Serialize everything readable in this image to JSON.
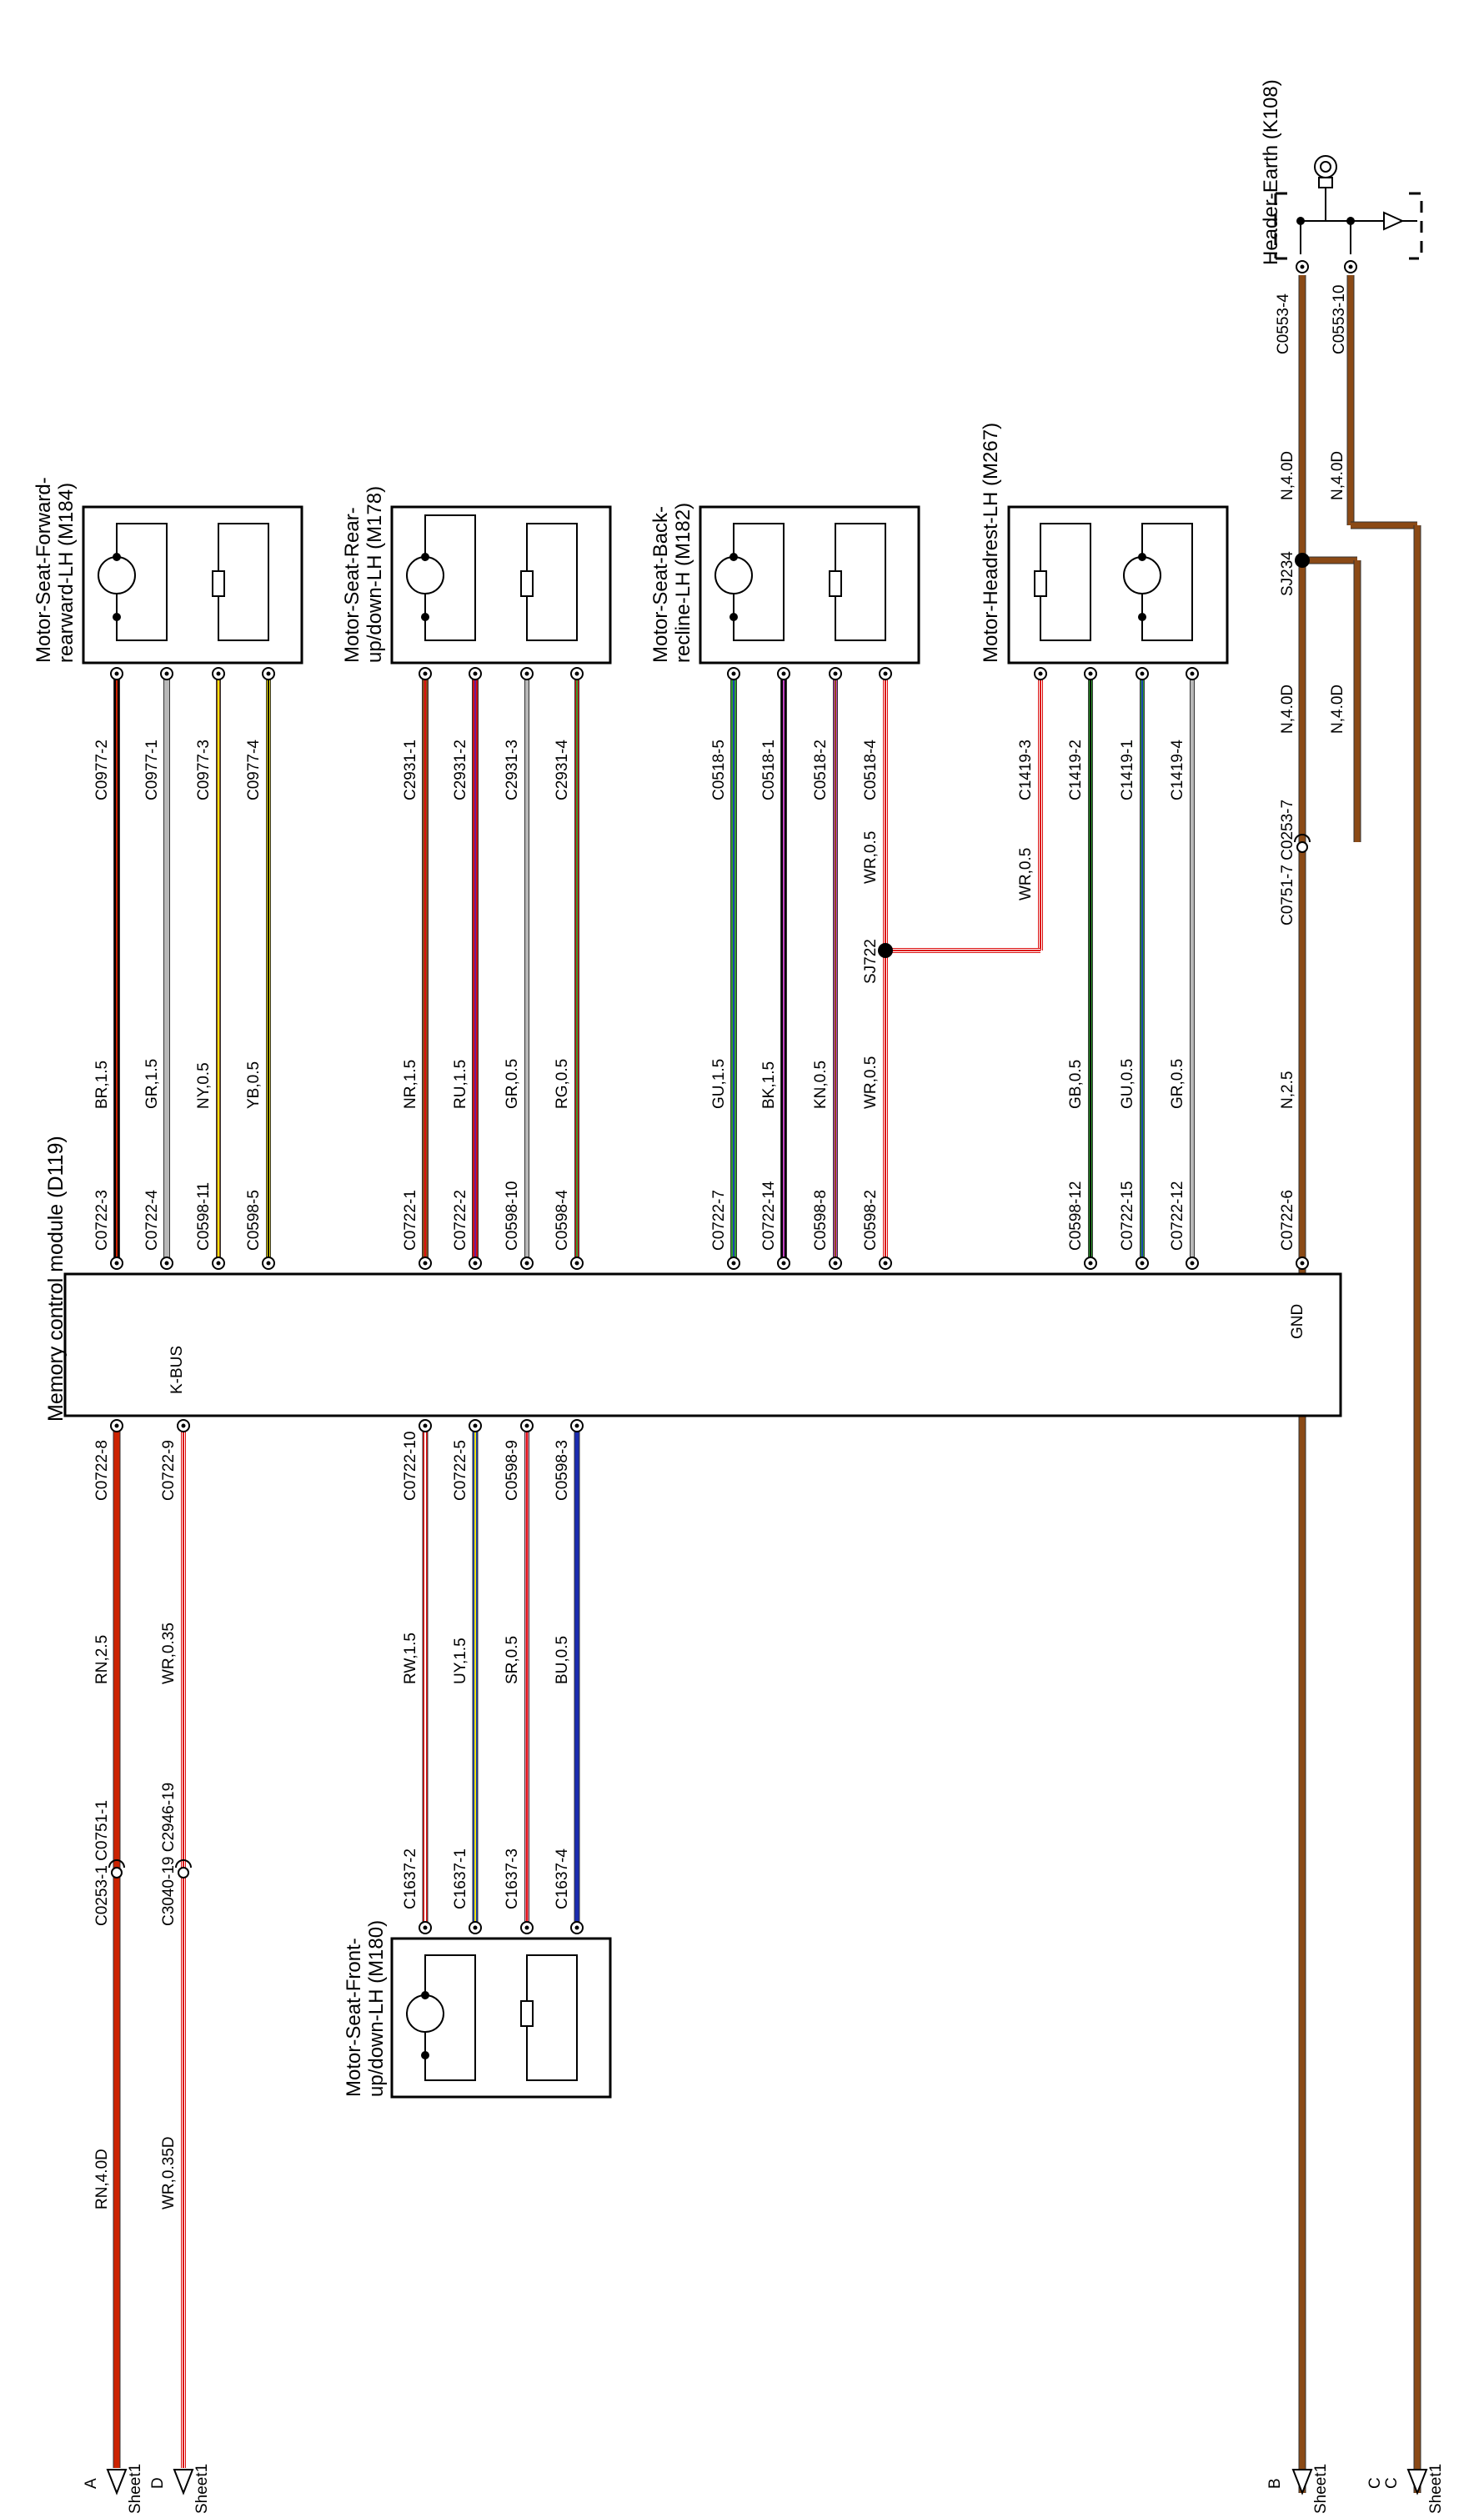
{
  "module": {
    "name": "Memory control module (D119)",
    "kbus": "K-BUS",
    "gnd": "GND"
  },
  "earth": {
    "name": "Header-Earth (K108)",
    "conn_left": "C0553-4",
    "conn_right": "C0553-10"
  },
  "components": [
    {
      "id": "m184",
      "title_line1": "Motor-Seat-Forward-",
      "title_line2": "rearward-LH (M184)",
      "pins": [
        "C0977-2",
        "C0977-1",
        "C0977-3",
        "C0977-4"
      ]
    },
    {
      "id": "m178",
      "title_line1": "Motor-Seat-Rear-",
      "title_line2": "up/down-LH (M178)",
      "pins": [
        "C2931-1",
        "C2931-2",
        "C2931-3",
        "C2931-4"
      ]
    },
    {
      "id": "m182",
      "title_line1": "Motor-Seat-Back-",
      "title_line2": "recline-LH (M182)",
      "pins": [
        "C0518-5",
        "C0518-1",
        "C0518-2",
        "C0518-4"
      ]
    },
    {
      "id": "m267",
      "title_line1": "Motor-Headrest-LH (M267)",
      "title_line2": "",
      "pins": [
        "C1419-3",
        "C1419-2",
        "C1419-1",
        "C1419-4"
      ]
    },
    {
      "id": "m180",
      "title_line1": "Motor-Seat-Front-",
      "title_line2": "up/down-LH (M180)",
      "pins": [
        "C1637-2",
        "C1637-1",
        "C1637-3",
        "C1637-4"
      ]
    }
  ],
  "wires_top": [
    {
      "module_pin": "C0722-3",
      "spec": "BR,1.5",
      "colors": [
        "#000000",
        "#cc2200"
      ]
    },
    {
      "module_pin": "C0722-4",
      "spec": "GR,1.5",
      "colors": [
        "#b8b8b8"
      ]
    },
    {
      "module_pin": "C0598-11",
      "spec": "NY,0.5",
      "colors": [
        "#8b4a16",
        "#f2e40c"
      ]
    },
    {
      "module_pin": "C0598-5",
      "spec": "YB,0.5",
      "colors": [
        "#f2e40c",
        "#000000"
      ]
    },
    {
      "module_pin": "C0722-1",
      "spec": "NR,1.5",
      "colors": [
        "#8b4a16",
        "#dd1111"
      ]
    },
    {
      "module_pin": "C0722-2",
      "spec": "RU,1.5",
      "colors": [
        "#cc1111",
        "#6a1b9a"
      ]
    },
    {
      "module_pin": "C0598-10",
      "spec": "GR,0.5",
      "colors": [
        "#b8b8b8"
      ]
    },
    {
      "module_pin": "C0598-4",
      "spec": "RG,0.5",
      "colors": [
        "#dd1111",
        "#2e9e2e"
      ]
    },
    {
      "module_pin": "C0722-7",
      "spec": "GU,1.5",
      "colors": [
        "#2e9e2e",
        "#1a3fb0"
      ]
    },
    {
      "module_pin": "C0722-14",
      "spec": "BK,1.5",
      "colors": [
        "#000000",
        "#c040c0"
      ]
    },
    {
      "module_pin": "C0598-8",
      "spec": "KN,0.5",
      "colors": [
        "#c040c0",
        "#8b4a16"
      ]
    },
    {
      "module_pin": "C0598-2",
      "spec": "WR,0.5",
      "colors": [
        "#ffffff",
        "#dd1111"
      ]
    },
    {
      "module_pin": "C0598-12",
      "spec": "GB,0.5",
      "colors": [
        "#2e9e2e",
        "#000000"
      ]
    },
    {
      "module_pin": "C0722-15",
      "spec": "GU,0.5",
      "colors": [
        "#2e9e2e",
        "#1a3fb0"
      ]
    },
    {
      "module_pin": "C0722-12",
      "spec": "GR,0.5",
      "colors": [
        "#b8b8b8"
      ]
    },
    {
      "module_pin": "C0722-6",
      "spec": "N,2.5",
      "colors": [
        "#8b4a16"
      ]
    }
  ],
  "wires_bottom": [
    {
      "module_pin": "C0722-8",
      "spec": "RN,2.5",
      "colors": [
        "#cc2200"
      ]
    },
    {
      "module_pin": "C0722-9",
      "spec": "WR,0.35",
      "colors": [
        "#ffffff",
        "#dd1111"
      ]
    },
    {
      "module_pin": "C0722-10",
      "spec": "RW,1.5",
      "colors": [
        "#dd1111",
        "#ffffff"
      ]
    },
    {
      "module_pin": "C0722-5",
      "spec": "UY,1.5",
      "colors": [
        "#1a3fb0",
        "#f2e40c"
      ]
    },
    {
      "module_pin": "C0598-9",
      "spec": "SR,0.5",
      "colors": [
        "#ff88aa",
        "#dd1111"
      ]
    },
    {
      "module_pin": "C0598-3",
      "spec": "BU,0.5",
      "colors": [
        "#1a2bb0"
      ]
    }
  ],
  "splices": {
    "sj722": "SJ722",
    "sj722_wire": "WR,0.5",
    "headrest_wire": "WR,0.5",
    "sj234": "SJ234",
    "earth_wire_left_upper": "N,4.0D",
    "earth_wire_right_upper": "N,4.0D",
    "earth_wire_left_lower": "N,4.0D",
    "earth_wire_right_lower": "N,4.0D"
  },
  "inline_connectors": {
    "gnd_pair": "C0751-7 C0253-7",
    "rn_pair": "C0253-1 C0751-1",
    "wr_pair": "C3040-19 C2946-19"
  },
  "sheet_refs": {
    "rn_wire": "RN,4.0D",
    "wr_wire": "WR,0.35D",
    "letters": [
      "A",
      "D",
      "B",
      "C"
    ],
    "sheet": "Sheet1"
  },
  "colors": {
    "brown": "#8b4a16",
    "red": "#cc2200",
    "white": "#ffffff"
  }
}
